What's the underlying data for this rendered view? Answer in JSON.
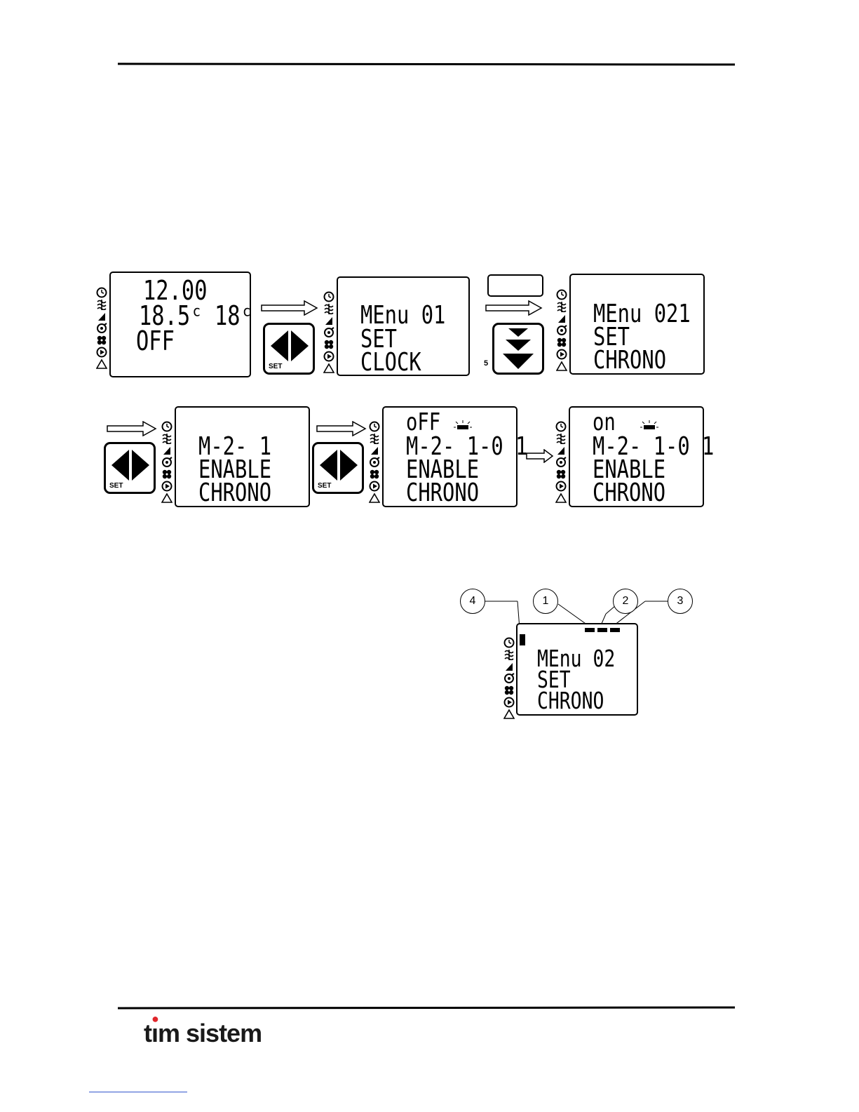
{
  "displays": [
    {
      "id": "home",
      "lines": [
        "12.00",
        "18.5ᶜ",
        "OFF"
      ],
      "right": "18ᶜ"
    },
    {
      "id": "menu01",
      "lines": [
        "MEnu 01",
        "SET",
        "CLOCK"
      ]
    },
    {
      "id": "menu021",
      "lines": [
        "MEnu 021",
        "SET",
        "CHRONO"
      ]
    },
    {
      "id": "m21",
      "lines": [
        "M-2- 1",
        "ENABLE",
        "CHRONO"
      ]
    },
    {
      "id": "m2101-off",
      "lines": [
        "oFF",
        "M-2- 1-0 1",
        "ENABLE",
        "CHRONO"
      ]
    },
    {
      "id": "m2101-on",
      "lines": [
        "on",
        "M-2- 1-0 1",
        "ENABLE",
        "CHRONO"
      ]
    },
    {
      "id": "menu02-detail",
      "lines": [
        "MEnu 02",
        "SET",
        "CHRONO"
      ]
    }
  ],
  "buttons": {
    "set_label": "SET",
    "down_key_number": "5"
  },
  "callouts": [
    "4",
    "1",
    "2",
    "3"
  ],
  "footer": {
    "logo_prefix": "t",
    "logo_i": "ı",
    "logo_suffix": "m sistem"
  },
  "colors": {
    "logo_flame": "#e0262b",
    "ink": "#000000"
  },
  "icon_names": [
    "clock-icon",
    "heat-icon",
    "flame-icon",
    "fan-icon",
    "snowflake-icon",
    "play-icon",
    "warning-icon"
  ]
}
